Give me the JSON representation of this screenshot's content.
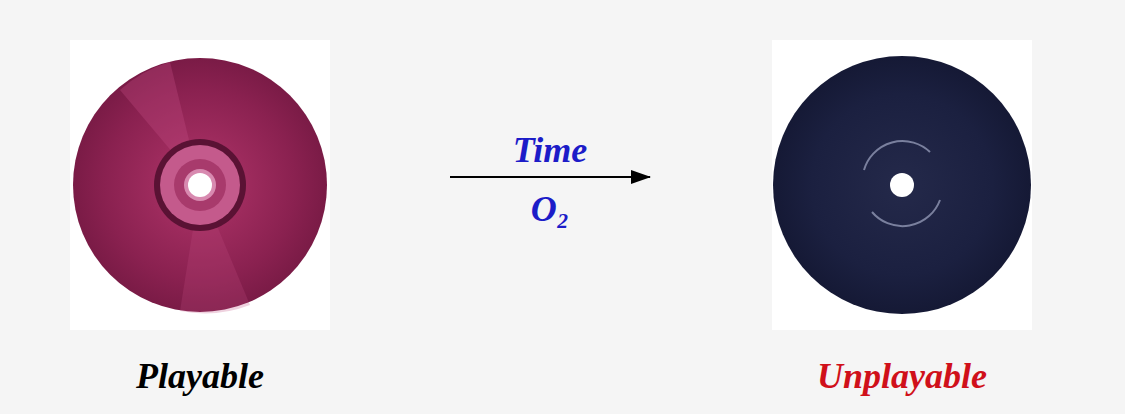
{
  "diagram": {
    "nodes": [
      {
        "text": [
          "Playable"
        ]
      },
      {
        "text": [
          "Unplayable"
        ]
      }
    ],
    "edges": [
      {
        "from": 0,
        "to": 1,
        "arrow": "to",
        "label": "Time"
      }
    ],
    "labels": [
      "O₂"
    ]
  }
}
